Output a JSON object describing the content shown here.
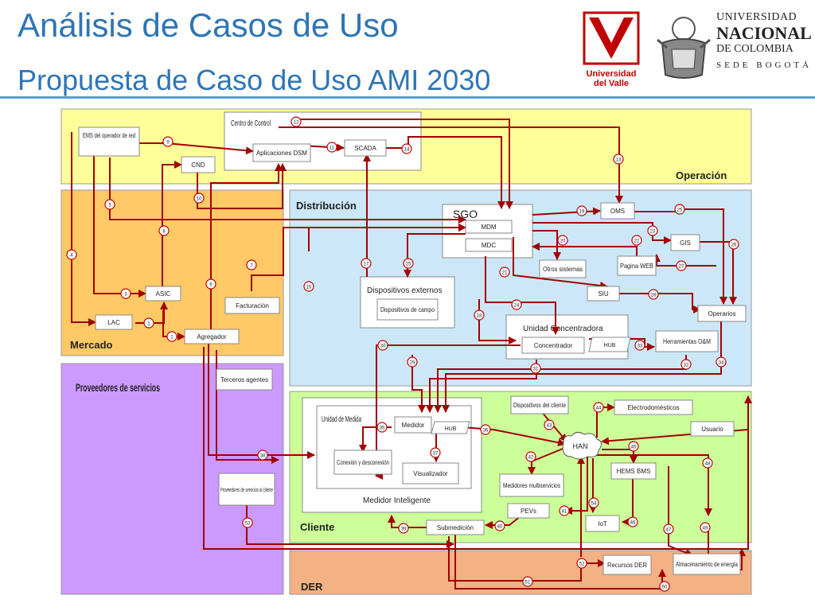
{
  "header": {
    "title": "Análisis de Casos de Uso",
    "subtitle": "Propuesta de Caso de Uso AMI 2030"
  },
  "logos": {
    "univalle_line1": "Universidad",
    "univalle_line2": "del Valle",
    "unal_line1": "UNIVERSIDAD",
    "unal_line2": "NACIONAL",
    "unal_line3": "DE COLOMBIA",
    "unal_line4": "SEDE BOGOTÁ"
  },
  "colors": {
    "title": "#2E75B6",
    "arrow": "#C00000",
    "operacion": "#FFFF99",
    "mercado": "#FFC966",
    "distribucion": "#CCE8F8",
    "proveedores": "#CC99FF",
    "cliente": "#CCFF99",
    "der": "#F4B183"
  },
  "domains": {
    "operacion": "Operación",
    "mercado": "Mercado",
    "distribucion": "Distribución",
    "proveedores": "Proveedores de servicios",
    "cliente": "Cliente",
    "der": "DER",
    "sgo": "SGO",
    "centro_control": "Centro de Control",
    "dispositivos_externos": "Dispositivos externos",
    "unidad_concentradora": "Unidad Concentradora",
    "unidad_medida": "Unidad de Medida",
    "medidor_inteligente": "Medidor Inteligente"
  },
  "nodes": {
    "ems": "EMS del operador de red",
    "aplicaciones_dsm": "Aplicaciones DSM",
    "scada": "SCADA",
    "cnd": "CND",
    "oms": "OMS",
    "mdm": "MDM",
    "mdc": "MDC",
    "gis": "GIS",
    "otros_sistemas": "Otros sistemas",
    "pagina_web": "Pagina WEB",
    "siu": "SIU",
    "operarios": "Operarios",
    "asic": "ASIC",
    "facturacion": "Facturación",
    "lac": "LAC",
    "agregador": "Agregador",
    "dispositivos_campo": "Dispositivos de campo",
    "concentrador": "Concentrador",
    "hub": "HUB",
    "herramientas": "Herramientas O&M",
    "terceros": "Terceros agentes",
    "proveedores_cliente": "Proveedores de servicios al cliente",
    "medidor": "Medidor",
    "conexion": "Conexión y desconexión",
    "visualizador": "Visualizador",
    "dispositivos_cliente": "Dispositivos del cliente",
    "electrodomesticos": "Electrodomésticos",
    "usuario": "Usuario",
    "han": "HAN",
    "hems": "HEMS BMS",
    "medidores_multi": "Medidores multiservicios",
    "pevs": "PEVs",
    "iot": "IoT",
    "submedicion": "Submedición",
    "recursos_der": "Recursos DER",
    "almacenamiento": "Almacenamiento de energía"
  }
}
